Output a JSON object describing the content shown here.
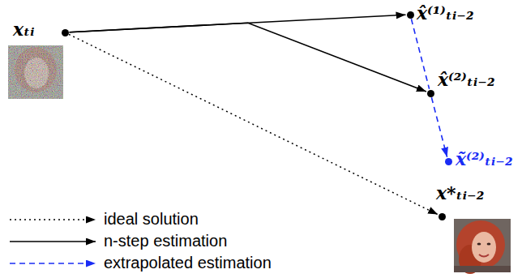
{
  "diagram": {
    "nodes": [
      {
        "text": [
          "xₜᵢ"
        ]
      },
      {
        "text": [
          "x̂⁽¹⁾ₜᵢ₋₂"
        ]
      },
      {
        "text": [
          "x̂⁽²⁾ₜᵢ₋₂"
        ]
      },
      {
        "text": [
          "x̃⁽²⁾ₜᵢ₋₂"
        ]
      },
      {
        "text": [
          "x*ₜᵢ₋₂"
        ]
      }
    ],
    "edges": [
      {
        "from": 0,
        "to": 1,
        "arrow": "to"
      },
      {
        "from": 0,
        "to": 2,
        "arrow": "to"
      },
      {
        "from": 1,
        "to": 2,
        "arrow": "none"
      },
      {
        "from": 2,
        "to": 3,
        "arrow": "to"
      },
      {
        "from": 0,
        "to": 4,
        "arrow": "to"
      }
    ],
    "legend": [
      {
        "text": "ideal solution"
      },
      {
        "text": "n-step estimation"
      },
      {
        "text": "extrapolated estimation"
      }
    ]
  }
}
